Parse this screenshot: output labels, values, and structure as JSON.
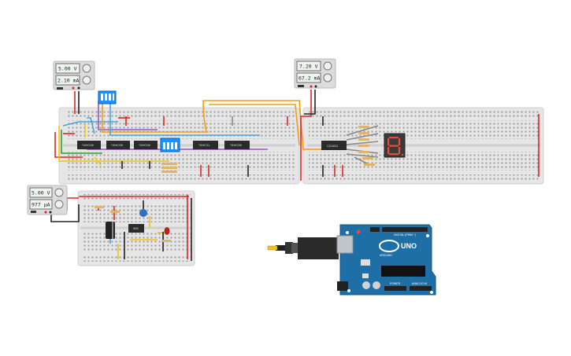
{
  "power_supplies": [
    {
      "id": "psu-1",
      "voltage": "5.00 V",
      "current": "2.10 mA"
    },
    {
      "id": "psu-2",
      "voltage": "7.20 V",
      "current": "67.2 mA"
    },
    {
      "id": "psu-3",
      "voltage": "5.00 V",
      "current": "977 µA"
    }
  ],
  "chips": [
    {
      "id": "chip-1",
      "label": "74HC08"
    },
    {
      "id": "chip-2",
      "label": "74HC08"
    },
    {
      "id": "chip-3",
      "label": "74HC08"
    },
    {
      "id": "chip-4",
      "label": "74HC11"
    },
    {
      "id": "chip-5",
      "label": "74HC08"
    },
    {
      "id": "chip-6",
      "label": "CD4511"
    },
    {
      "id": "chip-7",
      "label": "555"
    }
  ],
  "seven_segment": {
    "digit": "8"
  },
  "arduino": {
    "logo": "UNO",
    "brand": "ARDUINO",
    "subtitle": "DIGITAL (PWM ~)",
    "power_label": "POWER",
    "analog_label": "ANALOG IN"
  },
  "colors": {
    "breadboard": "#e6e6e6",
    "psu_body": "#dcdcdc",
    "arduino_board": "#1f6fa7",
    "wire_orange": "#f39c12",
    "wire_red": "#d62728",
    "wire_black": "#222222",
    "wire_blue": "#4aa3df",
    "wire_green": "#2ca02c",
    "wire_purple": "#9b59b6",
    "wire_yellow": "#f1c40f",
    "segment_red": "#e74c3c",
    "dip_switch": "#1e90ff"
  }
}
